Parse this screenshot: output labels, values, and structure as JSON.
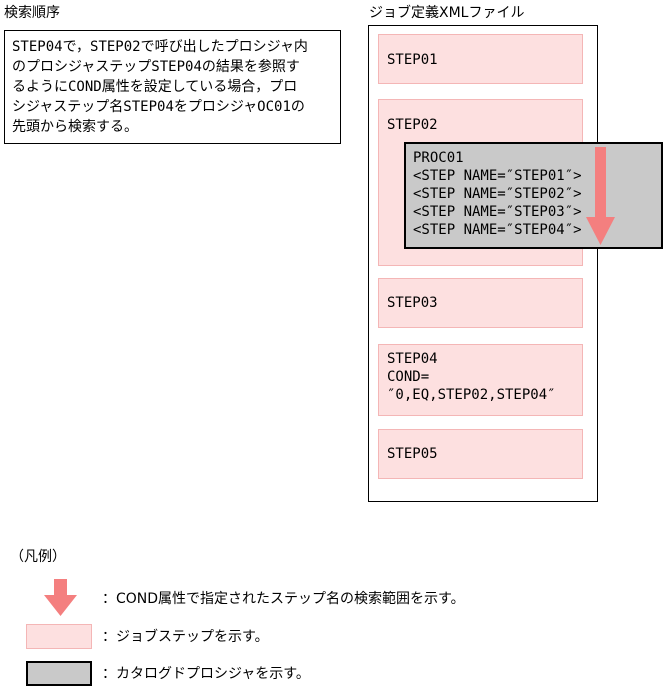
{
  "left": {
    "title": "検索順序",
    "description": "STEP04で，STEP02で呼び出したプロシジャ内\nのプロシジャステップSTEP04の結果を参照す\nるようにCOND属性を設定している場合，プロ\nシジャステップ名STEP04をプロシジャOC01の\n先頭から検索する。"
  },
  "right": {
    "title": "ジョブ定義XMLファイル",
    "steps": {
      "step01": "STEP01",
      "step02": "STEP02",
      "step03": "STEP03",
      "step04": "STEP04\nCOND=\n″0,EQ,STEP02,STEP04″",
      "step05": "STEP05"
    },
    "procedure": "PROC01\n<STEP NAME=″STEP01″>\n<STEP NAME=″STEP02″>\n<STEP NAME=″STEP03″>\n<STEP NAME=″STEP04″>"
  },
  "legend": {
    "title": "（凡例）",
    "arrow_label": "：COND属性で指定されたステップ名の検索範囲を示す。",
    "step_label": "：ジョブステップを示す。",
    "catalog_label": "：カタログドプロシジャを示す。"
  },
  "colors": {
    "step_fill": "#fde0e0",
    "arrow": "#f47f7f",
    "catalog_fill": "#c9c9c9"
  }
}
